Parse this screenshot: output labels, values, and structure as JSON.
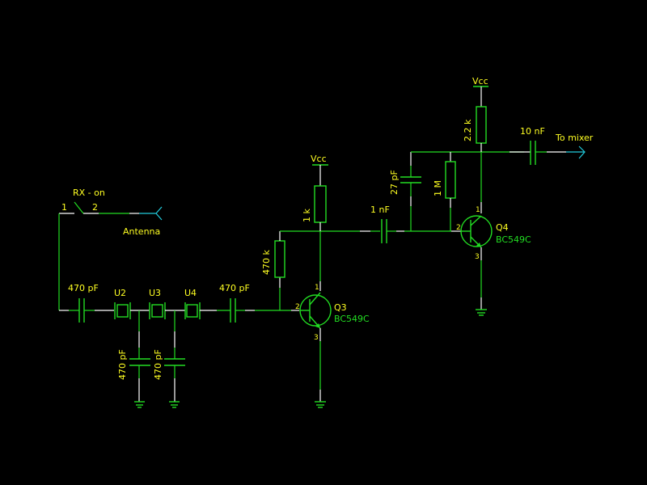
{
  "schematic": {
    "switch": {
      "label": "RX - on",
      "pin1": "1",
      "pin2": "2"
    },
    "antenna": {
      "label": "Antenna"
    },
    "input_cap": {
      "value": "470 pF"
    },
    "crystals": [
      {
        "ref": "U2"
      },
      {
        "ref": "U3"
      },
      {
        "ref": "U4"
      }
    ],
    "shunt_caps": [
      {
        "value": "470 pF"
      },
      {
        "value": "470 pF"
      }
    ],
    "coupling_cap_q3": {
      "value": "470 pF"
    },
    "bias_resistor_q3": {
      "value": "470 k"
    },
    "collector_resistor_q3": {
      "value": "1 k"
    },
    "vcc_q3": {
      "label": "Vcc"
    },
    "q3": {
      "ref": "Q3",
      "part": "BC549C",
      "pin_collector": "1",
      "pin_base": "2",
      "pin_emitter": "3"
    },
    "coupling_cap_q4": {
      "value": "1 nF"
    },
    "feedback_cap_q4": {
      "value": "27 pF"
    },
    "bias_resistor_q4": {
      "value": "1 M"
    },
    "collector_resistor_q4": {
      "value": "2.2 k"
    },
    "vcc_q4": {
      "label": "Vcc"
    },
    "q4": {
      "ref": "Q4",
      "part": "BC549C",
      "pin_collector": "1",
      "pin_base": "2",
      "pin_emitter": "3"
    },
    "output_cap": {
      "value": "10 nF"
    },
    "output": {
      "label": "To mixer"
    }
  },
  "colors": {
    "wire": "#22dd22",
    "wire_end": "#ffffff",
    "label": "#ffff22",
    "port": "#22ccdd",
    "background": "#000000"
  }
}
